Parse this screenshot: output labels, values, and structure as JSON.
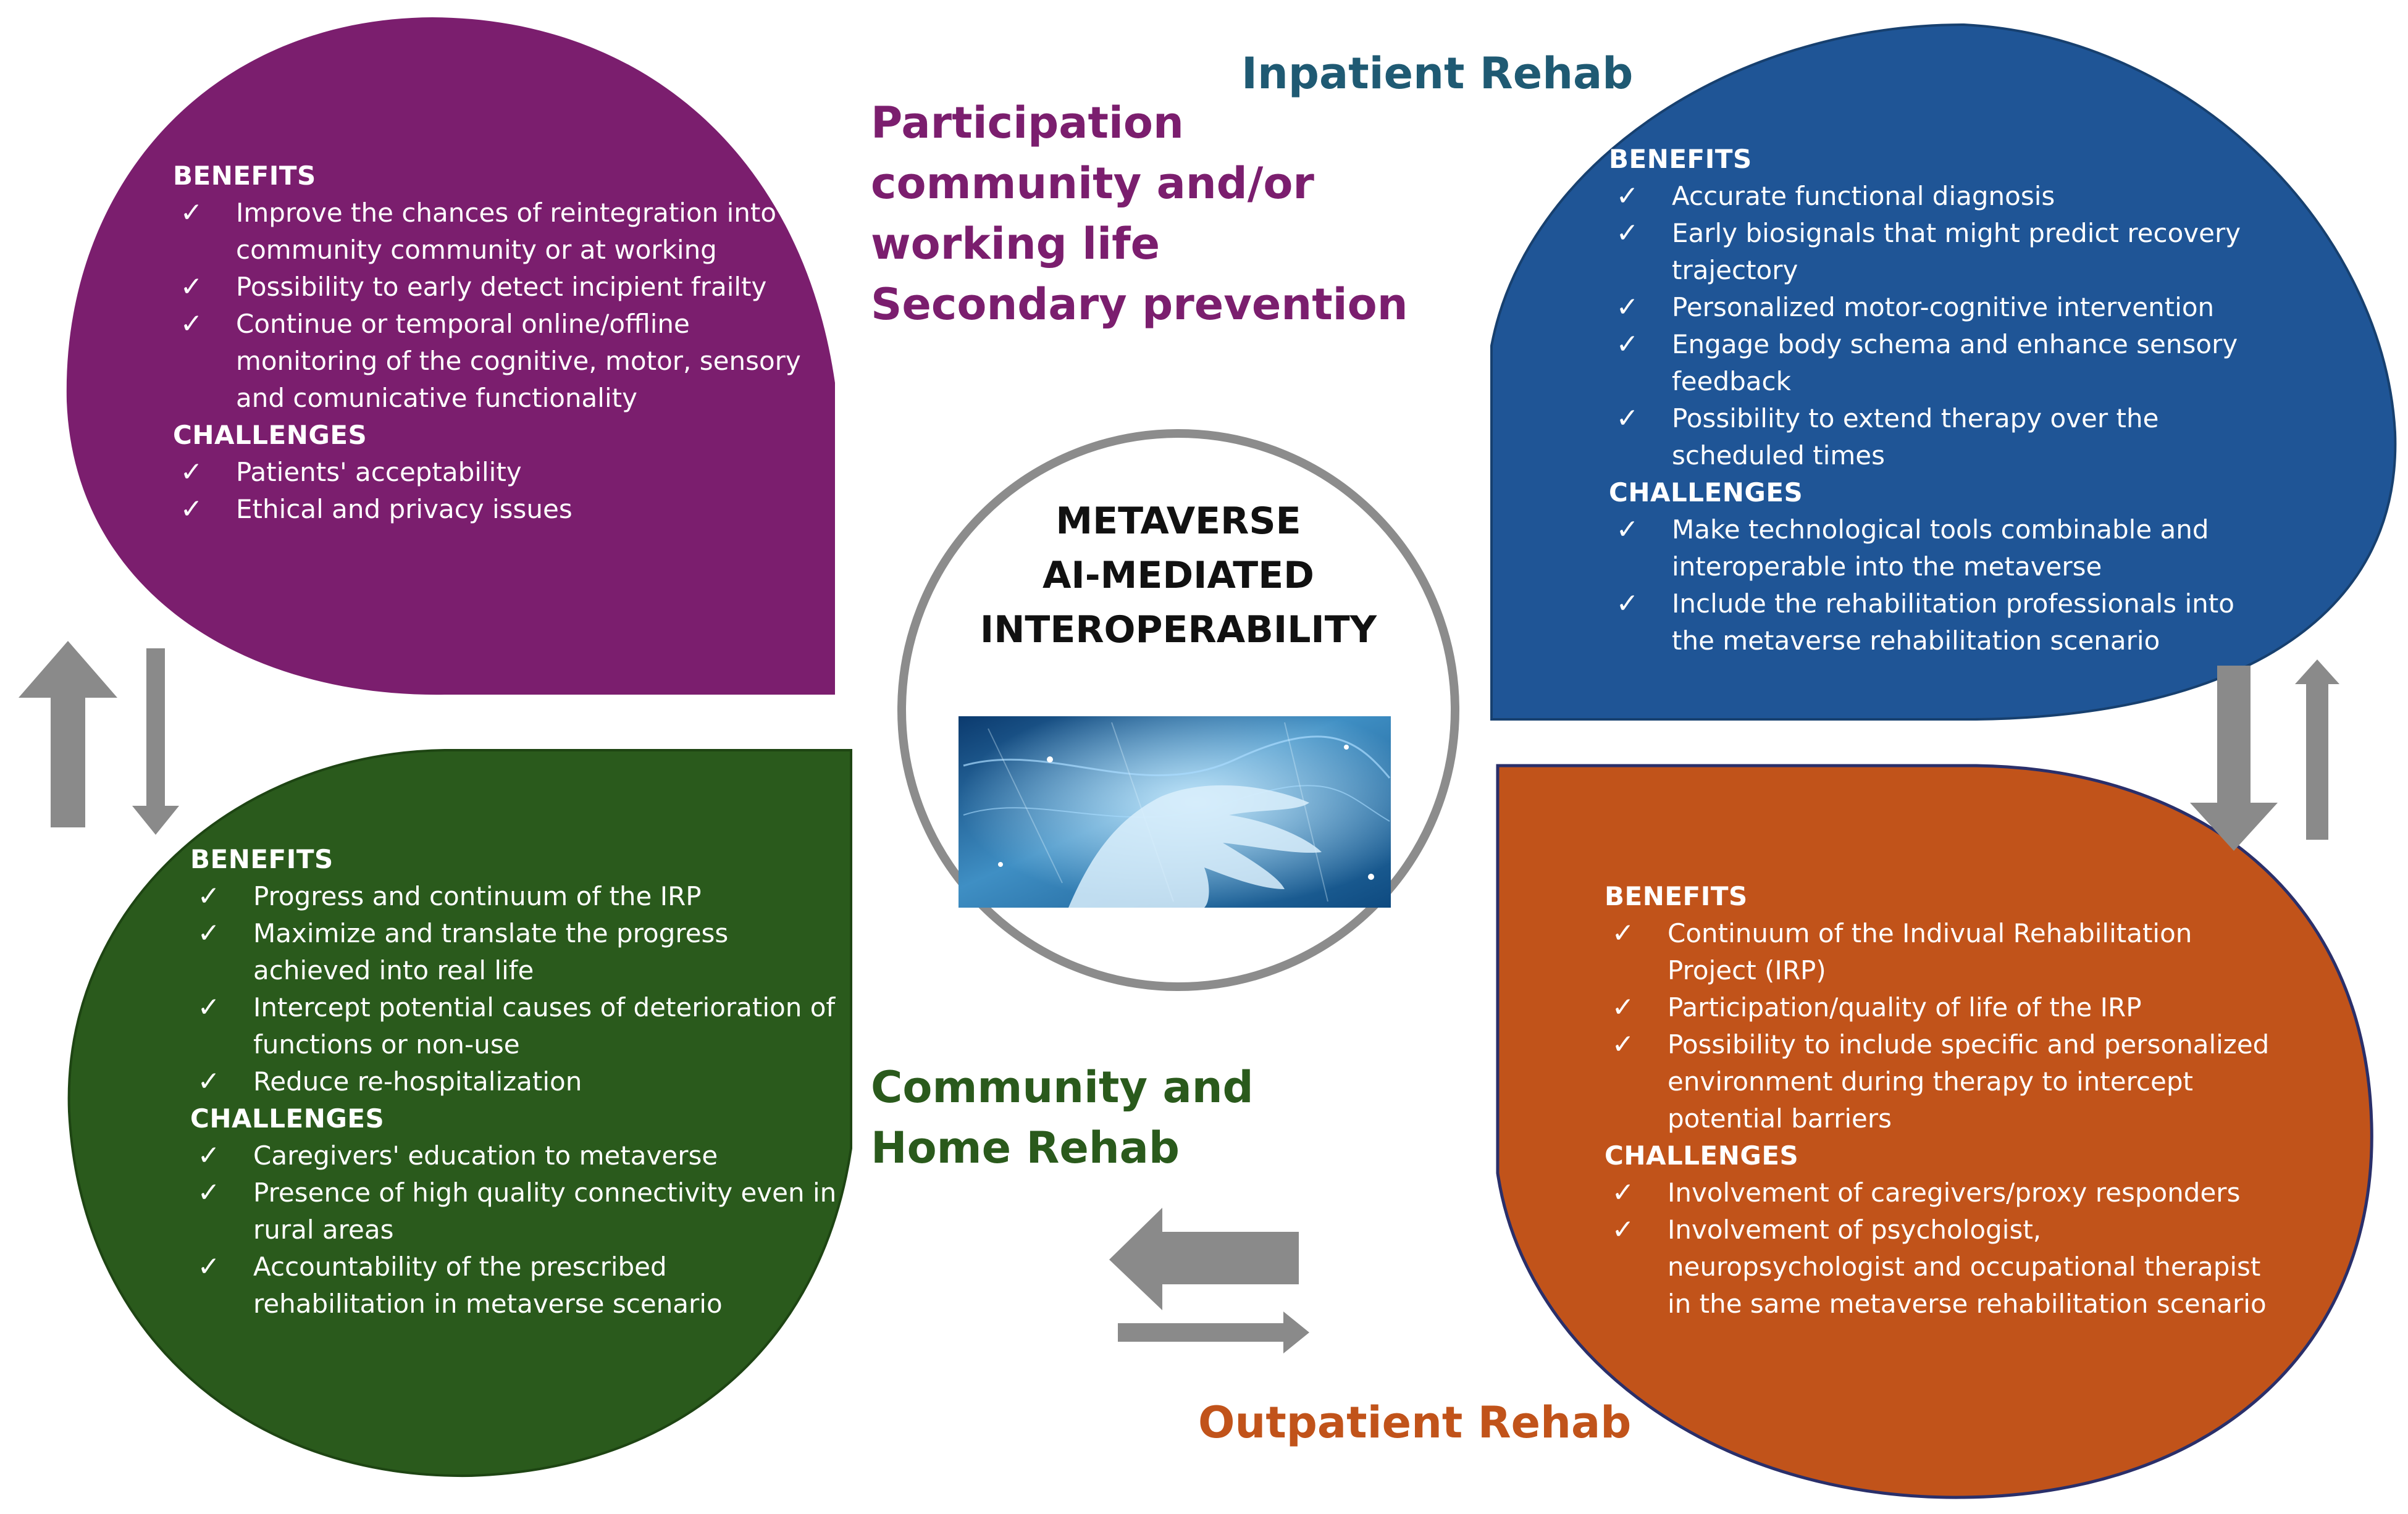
{
  "center": {
    "title_lines": [
      "METAVERSE",
      "AI-MEDIATED",
      "INTEROPERABILITY"
    ],
    "image": "hand-reaching-digital-network"
  },
  "colors": {
    "participation": "#7b1e6e",
    "inpatient": "#1f5596",
    "community": "#2a5a1c",
    "outpatient": "#c1531a",
    "arrows": "#8a8a8a"
  },
  "labels": {
    "inpatient": "Inpatient Rehab",
    "participation_lines": [
      "Participation",
      "community and/or",
      "working life",
      "Secondary prevention"
    ],
    "community_lines": [
      "Community and",
      "Home Rehab"
    ],
    "outpatient": "Outpatient Rehab"
  },
  "quadrants": {
    "participation": {
      "benefits_header": "BENEFITS",
      "benefits": [
        "Improve the chances of reintegration into the community community or at working",
        "Possibility to early detect incipient frailty",
        "Continue or temporal online/offline monitoring of the cognitive, motor, sensory and comunicative functionality"
      ],
      "challenges_header": "CHALLENGES",
      "challenges": [
        "Patients' acceptability",
        "Ethical and privacy issues"
      ]
    },
    "inpatient": {
      "benefits_header": "BENEFITS",
      "benefits": [
        "Accurate functional diagnosis",
        "Early biosignals that might predict recovery trajectory",
        "Personalized motor-cognitive intervention",
        "Engage body schema and enhance sensory feedback",
        "Possibility to extend therapy over the scheduled times"
      ],
      "challenges_header": "CHALLENGES",
      "challenges": [
        "Make technological tools combinable and interoperable into the metaverse",
        "Include the rehabilitation professionals into the metaverse rehabilitation scenario"
      ]
    },
    "community": {
      "benefits_header": "BENEFITS",
      "benefits": [
        "Progress and continuum of the IRP",
        "Maximize and translate the progress achieved into real life",
        "Intercept potential causes of deterioration of functions  or non-use",
        "Reduce re-hospitalization"
      ],
      "challenges_header": "CHALLENGES",
      "challenges": [
        "Caregivers' education to metaverse",
        "Presence of high quality connectivity even in rural areas",
        "Accountability of the prescribed rehabilitation in metaverse scenario"
      ]
    },
    "outpatient": {
      "benefits_header": "BENEFITS",
      "benefits": [
        "Continuum of the Indivual Rehabilitation Project (IRP)",
        "Participation/quality of life of the IRP",
        "Possibility to include specific and personalized environment during therapy to intercept potential barriers"
      ],
      "challenges_header": "CHALLENGES",
      "challenges": [
        "Involvement of caregivers/proxy responders",
        "Involvement of psychologist, neuropsychologist and occupational therapist in the same metaverse rehabilitation scenario"
      ]
    }
  }
}
